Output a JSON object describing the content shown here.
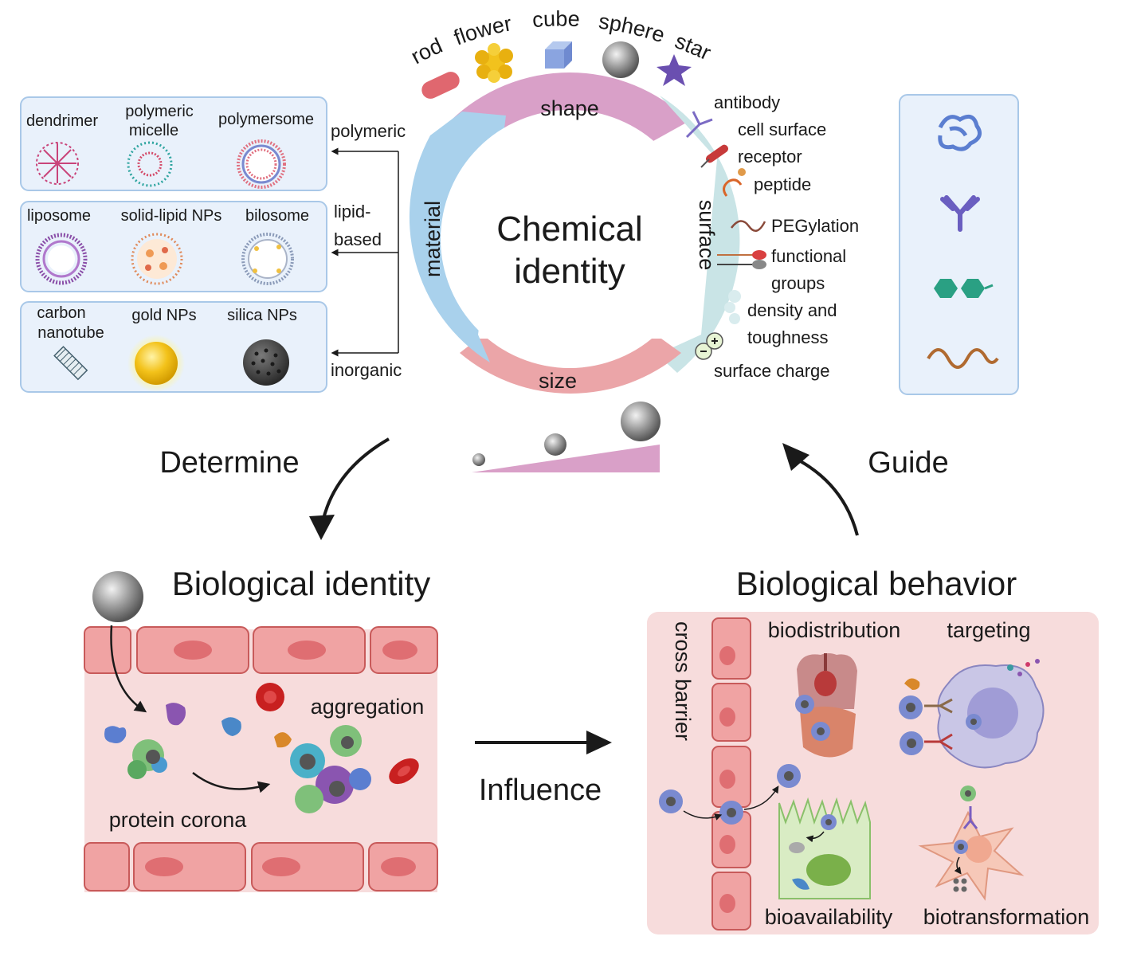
{
  "center": {
    "line1": "Chemical",
    "line2": "identity"
  },
  "cycle": {
    "shape": "shape",
    "surface": "surface",
    "size": "size",
    "material": "material"
  },
  "shapes": {
    "rod": "rod",
    "flower": "flower",
    "cube": "cube",
    "sphere": "sphere",
    "star": "star"
  },
  "polymeric_panel": {
    "dendrimer": "dendrimer",
    "micelle_1": "polymeric",
    "micelle_2": "micelle",
    "polymersome": "polymersome"
  },
  "lipid_panel": {
    "liposome": "liposome",
    "sln": "solid-lipid NPs",
    "bilosome": "bilosome"
  },
  "inorganic_panel": {
    "cnt_1": "carbon",
    "cnt_2": "nanotube",
    "gold": "gold NPs",
    "silica": "silica NPs"
  },
  "material_classes": {
    "polymeric": "polymeric",
    "lipid_1": "lipid-",
    "lipid_2": "based",
    "inorganic": "inorganic"
  },
  "surface_items": {
    "antibody": "antibody",
    "receptor_1": "cell surface",
    "receptor_2": "receptor",
    "peptide": "peptide",
    "peg": "PEGylation",
    "fg_1": "functional",
    "fg_2": "groups",
    "density_1": "density and",
    "density_2": "toughness",
    "charge": "surface charge"
  },
  "arrows": {
    "determine": "Determine",
    "guide": "Guide",
    "influence": "Influence"
  },
  "bio_identity": {
    "title": "Biological identity",
    "aggregation": "aggregation",
    "corona": "protein corona"
  },
  "bio_behavior": {
    "title": "Biological behavior",
    "cross_barrier": "cross barrier",
    "biodistribution": "biodistribution",
    "targeting": "targeting",
    "bioavailability": "bioavailability",
    "biotransformation": "biotransformation"
  },
  "colors": {
    "shape_arc": "#d9a0c8",
    "surface_arc": "#c9e4e6",
    "size_arc": "#eba5a8",
    "material_arc": "#a9d1ec",
    "panel_bg": "#e9f1fb",
    "panel_border": "#a9c8e8",
    "vessel_bg": "#f7dcdc",
    "cell_fill": "#f0a3a3",
    "nucleus": "#df6e72"
  }
}
